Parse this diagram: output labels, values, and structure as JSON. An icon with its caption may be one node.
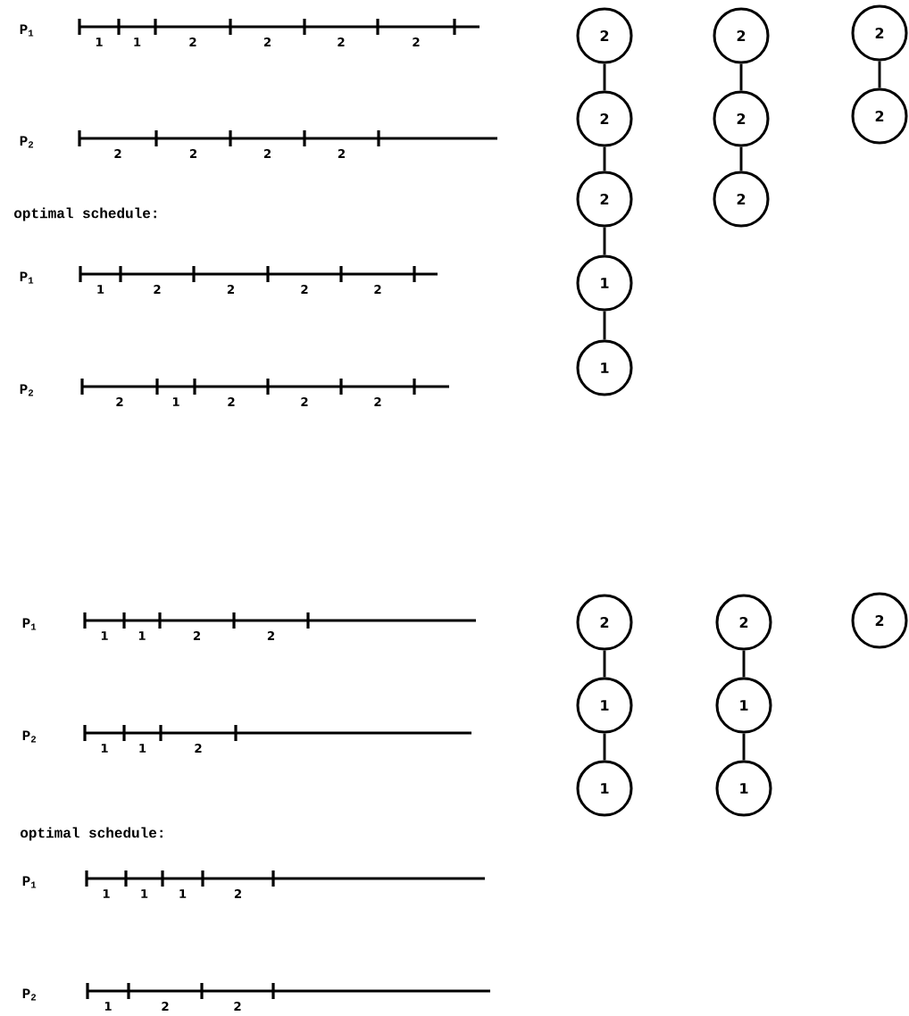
{
  "diagram": {
    "nodes": [
      {
        "text": [
          "2"
        ]
      },
      {
        "text": [
          "2"
        ]
      },
      {
        "text": [
          "2"
        ]
      },
      {
        "text": [
          "1"
        ]
      },
      {
        "text": [
          "1"
        ]
      },
      {
        "text": [
          "2"
        ]
      },
      {
        "text": [
          "2"
        ]
      },
      {
        "text": [
          "2"
        ]
      },
      {
        "text": [
          "2"
        ]
      },
      {
        "text": [
          "2"
        ]
      },
      {
        "text": [
          "2"
        ]
      },
      {
        "text": [
          "1"
        ]
      },
      {
        "text": [
          "1"
        ]
      },
      {
        "text": [
          "2"
        ]
      },
      {
        "text": [
          "1"
        ]
      },
      {
        "text": [
          "1"
        ]
      },
      {
        "text": [
          "2"
        ]
      }
    ],
    "edges": [
      {
        "from": 0,
        "to": 1,
        "arrow": "none"
      },
      {
        "from": 1,
        "to": 2,
        "arrow": "none"
      },
      {
        "from": 2,
        "to": 3,
        "arrow": "none"
      },
      {
        "from": 3,
        "to": 4,
        "arrow": "none"
      },
      {
        "from": 5,
        "to": 6,
        "arrow": "none"
      },
      {
        "from": 6,
        "to": 7,
        "arrow": "none"
      },
      {
        "from": 8,
        "to": 9,
        "arrow": "none"
      },
      {
        "from": 10,
        "to": 11,
        "arrow": "none"
      },
      {
        "from": 11,
        "to": 12,
        "arrow": "none"
      },
      {
        "from": 13,
        "to": 14,
        "arrow": "none"
      },
      {
        "from": 14,
        "to": 15,
        "arrow": "none"
      }
    ],
    "labels": [
      "P$_{1}$",
      "1",
      "1",
      "2",
      "2",
      "2",
      "2",
      "P$_{2}$",
      "2",
      "2",
      "2",
      "2",
      "optimal schedule:",
      "P$_{1}$",
      "1",
      "2",
      "2",
      "2",
      "2",
      "P$_{2}$",
      "2",
      "1",
      "2",
      "2",
      "2",
      "P$_{1}$",
      "1",
      "1",
      "2",
      "2",
      "P$_{2}$",
      "1",
      "1",
      "2",
      "optimal schedule:",
      "P$_{1}$",
      "1",
      "1",
      "1",
      "2",
      "P$_{2}$",
      "1",
      "2",
      "2"
    ]
  }
}
